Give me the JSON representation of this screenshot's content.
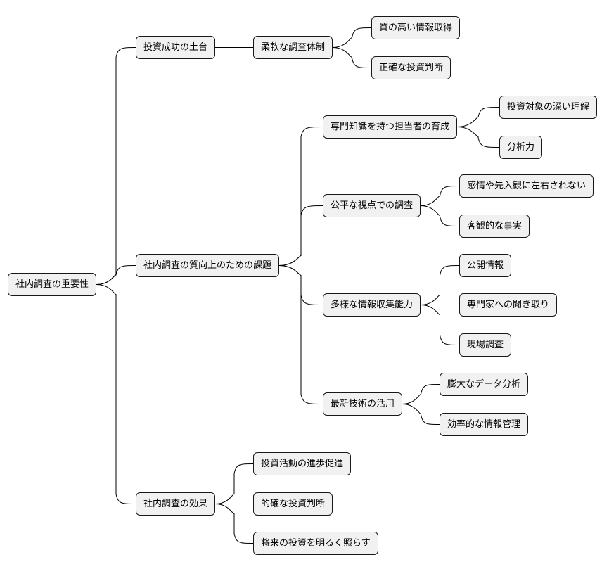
{
  "colors": {
    "node_fill": "#f1f1f1",
    "node_border": "#181818",
    "line": "#000000"
  },
  "root": {
    "label": "社内調査の重要性",
    "children": [
      {
        "label": "投資成功の土台",
        "children": [
          {
            "label": "柔軟な調査体制",
            "children": [
              {
                "label": "質の高い情報取得"
              },
              {
                "label": "正確な投資判断"
              }
            ]
          }
        ]
      },
      {
        "label": "社内調査の質向上のための課題",
        "children": [
          {
            "label": "専門知識を持つ担当者の育成",
            "children": [
              {
                "label": "投資対象の深い理解"
              },
              {
                "label": "分析力"
              }
            ]
          },
          {
            "label": "公平な視点での調査",
            "children": [
              {
                "label": "感情や先入観に左右されない"
              },
              {
                "label": "客観的な事実"
              }
            ]
          },
          {
            "label": "多様な情報収集能力",
            "children": [
              {
                "label": "公開情報"
              },
              {
                "label": "専門家への聞き取り"
              },
              {
                "label": "現場調査"
              }
            ]
          },
          {
            "label": "最新技術の活用",
            "children": [
              {
                "label": "膨大なデータ分析"
              },
              {
                "label": "効率的な情報管理"
              }
            ]
          }
        ]
      },
      {
        "label": "社内調査の効果",
        "children": [
          {
            "label": "投資活動の進歩促進"
          },
          {
            "label": "的確な投資判断"
          },
          {
            "label": "将来の投資を明るく照らす"
          }
        ]
      }
    ]
  }
}
